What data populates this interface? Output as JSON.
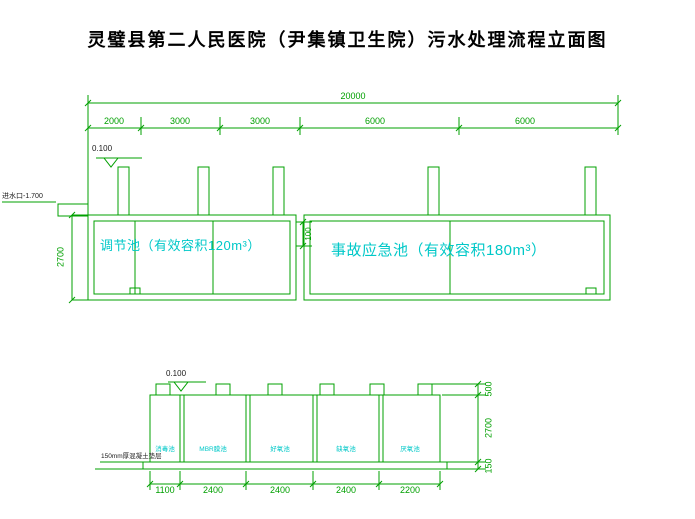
{
  "title": "灵璧县第二人民医院（尹集镇卫生院）污水处理流程立面图",
  "colors": {
    "line_green": "#00A000",
    "label_cyan": "#00C8C8",
    "annotation_black": "#1a1a1a"
  },
  "top_elevation": {
    "overall_dim": "20000",
    "segment_dims": [
      "2000",
      "3000",
      "3000",
      "6000",
      "6000"
    ],
    "level_mark": "0.100",
    "inlet_note": "进水口-1.700",
    "height_dim": "2700",
    "joint_dim": "100",
    "tank_left_label": "调节池（有效容积120m³）",
    "tank_right_label": "事故应急池（有效容积180m³）"
  },
  "bottom_elevation": {
    "level_mark": "0.100",
    "chamber_labels": [
      "消毒池",
      "MBR膜池",
      "好氧池",
      "缺氧池",
      "厌氧池"
    ],
    "base_note": "150mm厚混凝土垫层",
    "width_dims": [
      "1100",
      "2400",
      "2400",
      "2400",
      "2200"
    ],
    "height_dims": [
      "500",
      "2700",
      "150"
    ]
  }
}
